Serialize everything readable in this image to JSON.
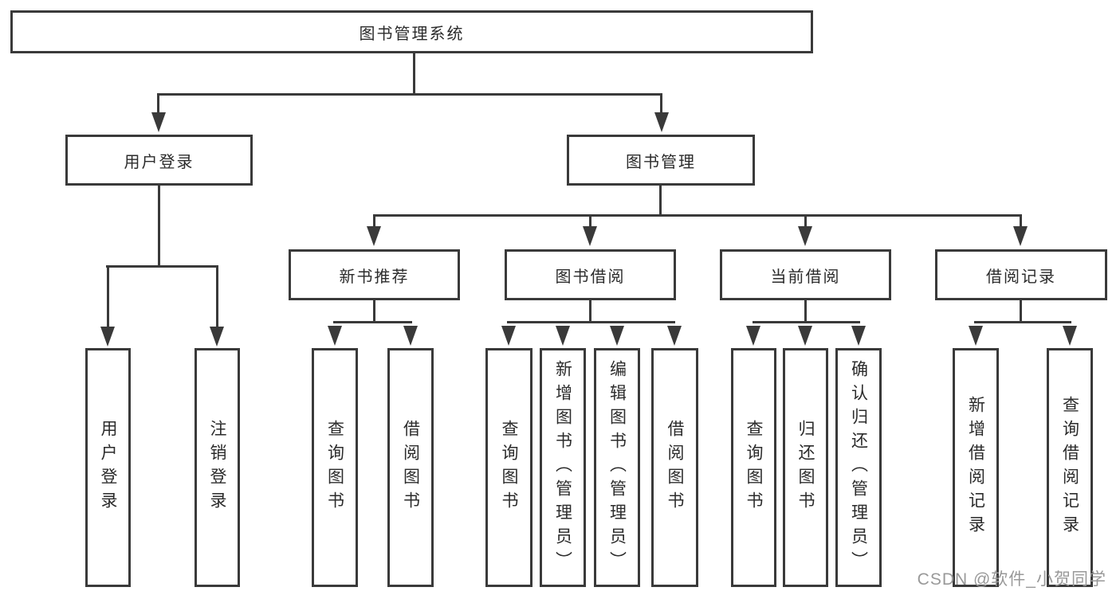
{
  "root": {
    "label": "图书管理系统"
  },
  "level2": [
    {
      "label": "用户登录"
    },
    {
      "label": "图书管理"
    }
  ],
  "level3": [
    {
      "label": "新书推荐"
    },
    {
      "label": "图书借阅"
    },
    {
      "label": "当前借阅"
    },
    {
      "label": "借阅记录"
    }
  ],
  "leaves": {
    "user_login": [
      "用户登录",
      "注销登录"
    ],
    "new_book_recommend": [
      "查询图书",
      "借阅图书"
    ],
    "book_borrow": [
      "查询图书",
      "新增图书（管理员）",
      "编辑图书（管理员）",
      "借阅图书"
    ],
    "current_borrow": [
      "查询图书",
      "归还图书",
      "确认归还（管理员）"
    ],
    "borrow_records": [
      "新增借阅记录",
      "查询借阅记录"
    ]
  },
  "watermark": {
    "text": "CSDN @软件_小贺同学"
  },
  "colors": {
    "line": "#3a3a3a",
    "text": "#2b2b2b",
    "watermark": "#999999",
    "bg": "#ffffff"
  }
}
